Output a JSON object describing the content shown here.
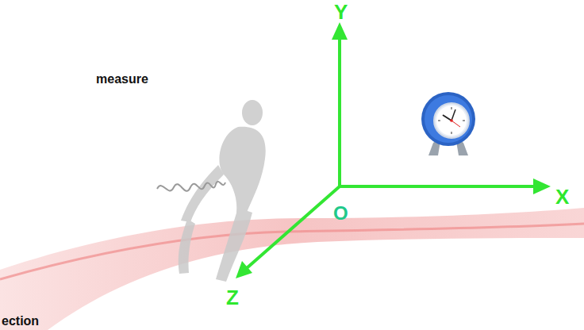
{
  "diagram": {
    "labels": [
      "measure",
      "ection",
      "Y",
      "X",
      "O",
      "Z"
    ]
  }
}
